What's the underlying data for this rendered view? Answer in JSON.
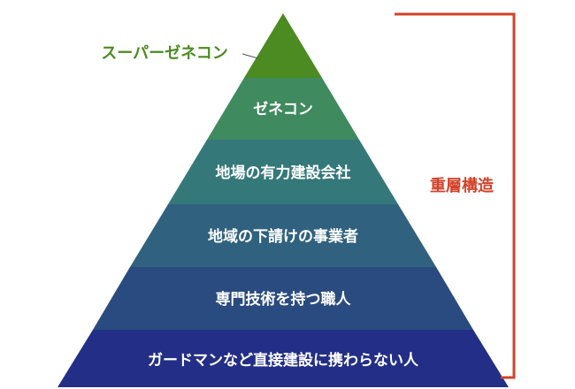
{
  "diagram": {
    "apex": {
      "label": "スーパーゼネコン",
      "color": "#4c8a22",
      "label_color": "#4c8a22"
    },
    "tiers": [
      {
        "label": "ゼネコン",
        "color": "#3f8a5e"
      },
      {
        "label": "地場の有力建設会社",
        "color": "#35787a"
      },
      {
        "label": "地域の下請けの事業者",
        "color": "#30617e"
      },
      {
        "label": "専門技術を持つ職人",
        "color": "#2a4b7f"
      },
      {
        "label": "ガードマンなど直接建設に携わらない人",
        "color": "#232f87"
      }
    ],
    "bracket": {
      "label": "重層構造",
      "color": "#d2422a"
    }
  }
}
